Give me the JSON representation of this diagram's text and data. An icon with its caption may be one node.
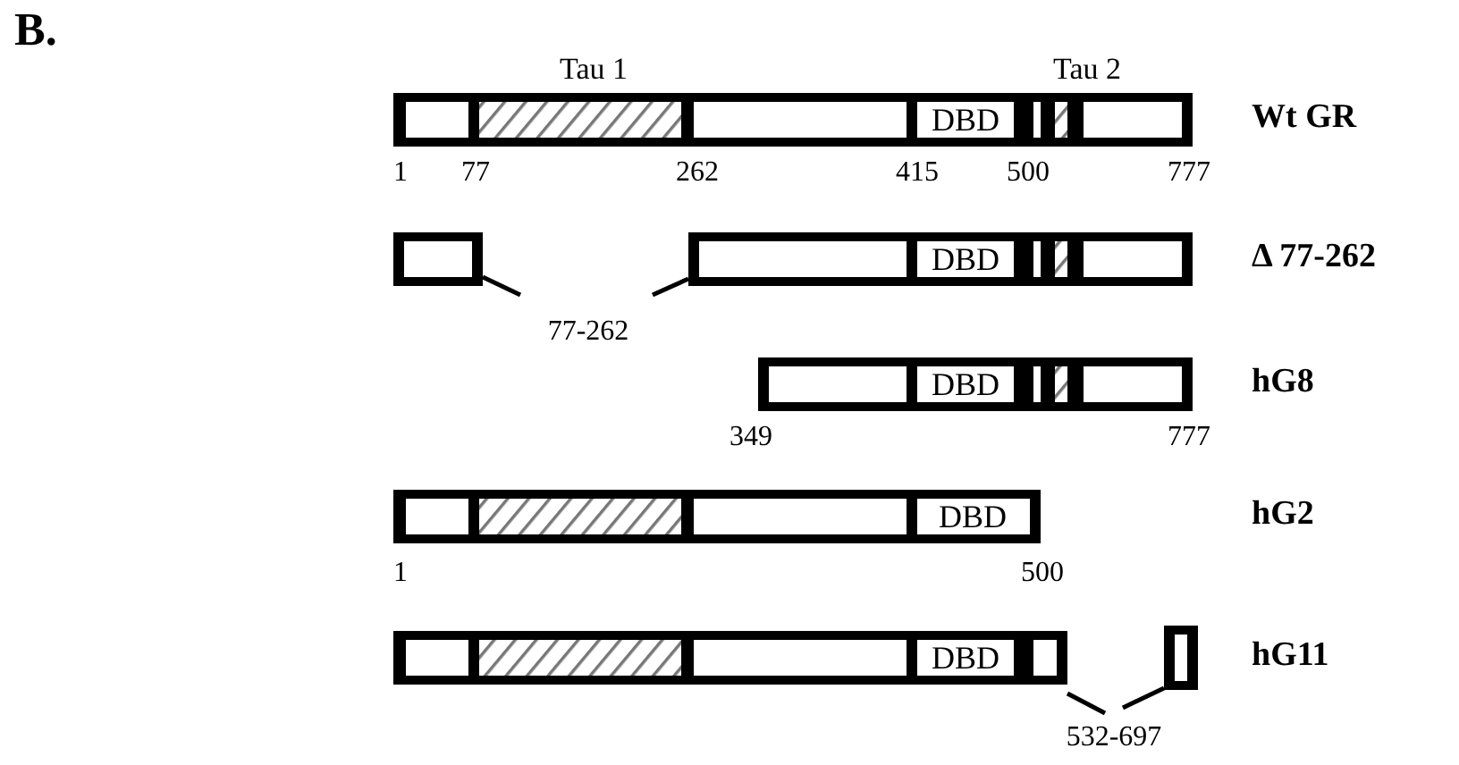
{
  "diagram": {
    "title": "B.",
    "labels": [
      "Tau 1",
      "Tau 2",
      "DBD",
      "Wt GR",
      "1",
      "77",
      "262",
      "415",
      "500",
      "777",
      "DBD",
      "Δ 77-262",
      "77-262",
      "DBD",
      "hG8",
      "349",
      "777",
      "DBD",
      "hG2",
      "1",
      "500",
      "DBD",
      "hG11",
      "532-697"
    ]
  }
}
